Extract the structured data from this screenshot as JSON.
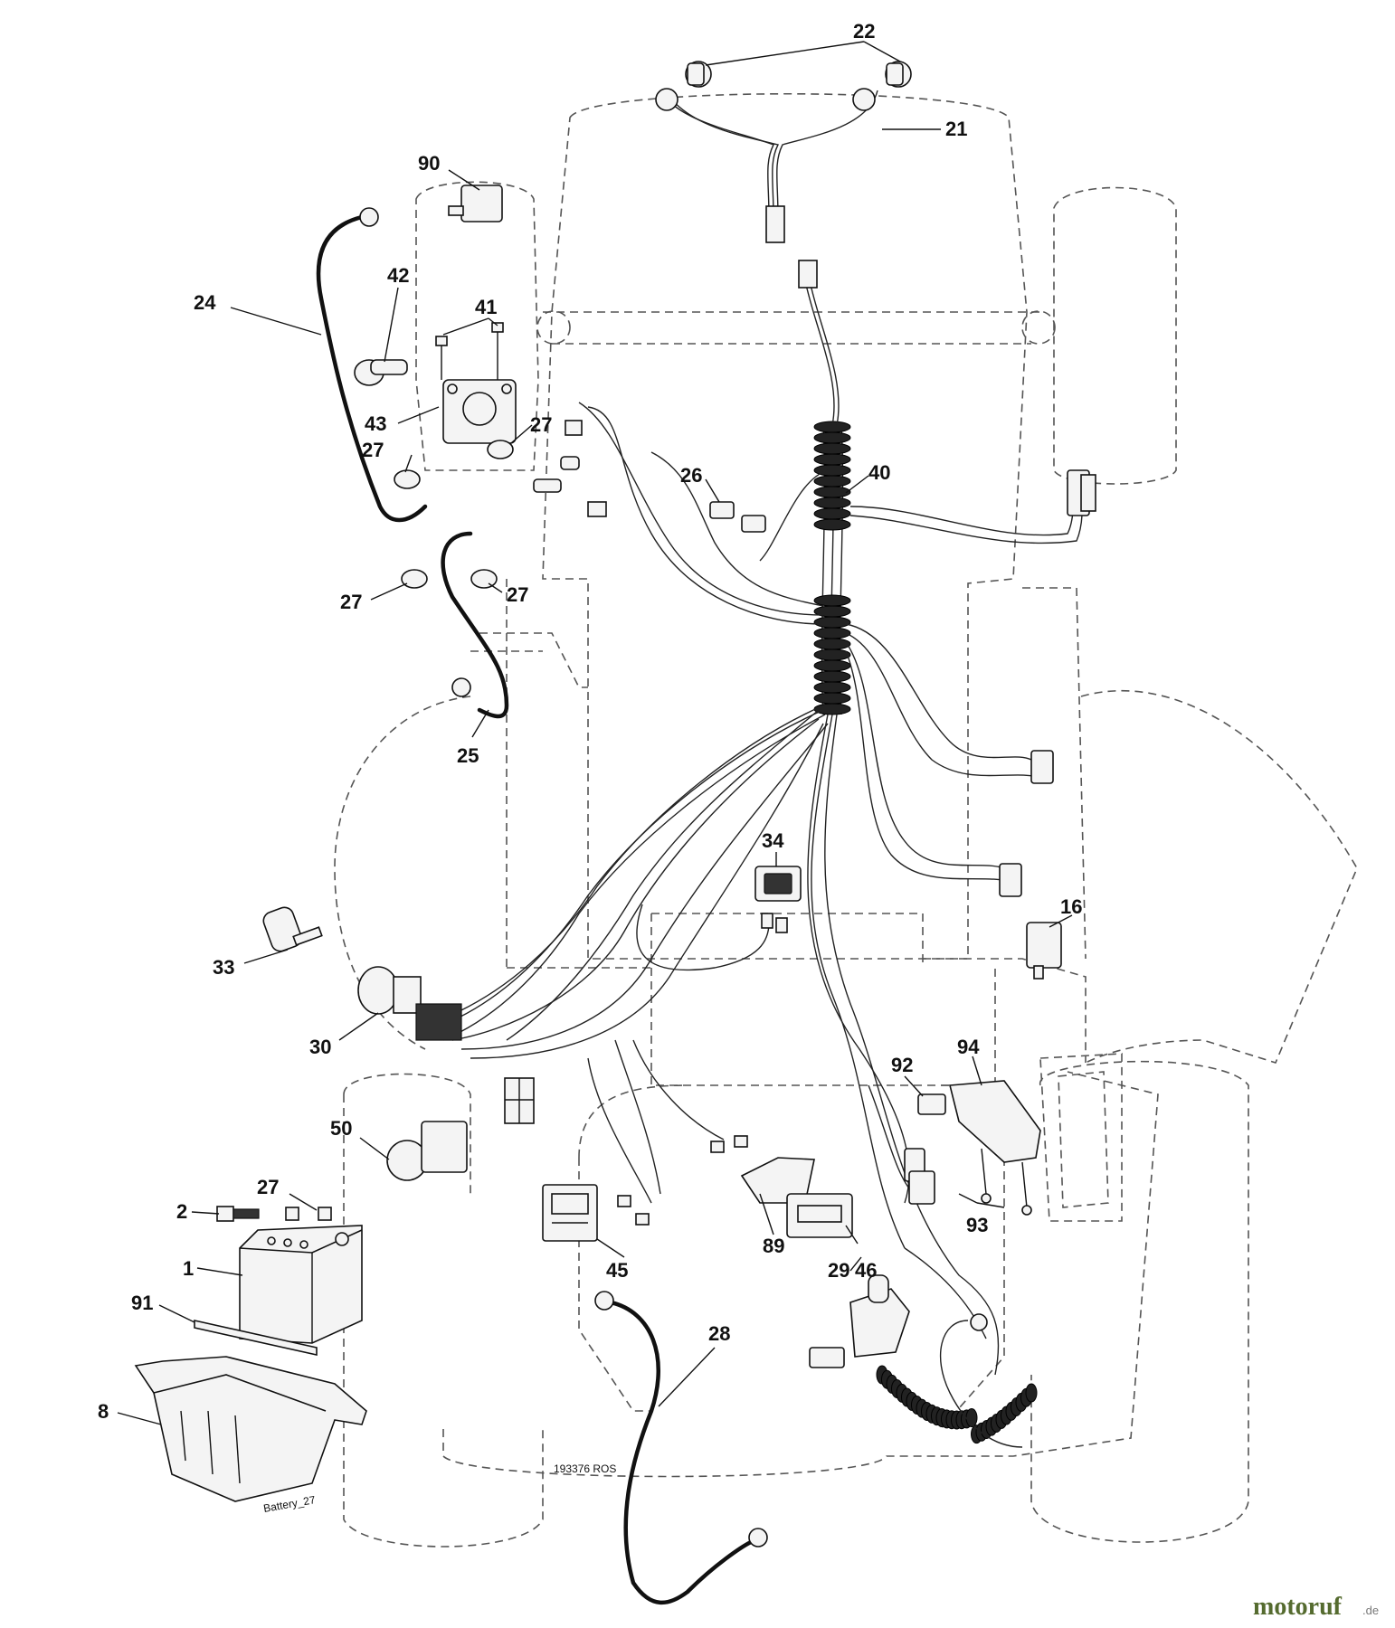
{
  "diagram": {
    "drawing_number": "193376 ROS",
    "battery_label": "Battery_27",
    "watermark": {
      "name": "motoruf",
      "tld": ".de"
    },
    "callouts": [
      {
        "id": "22",
        "label": "22"
      },
      {
        "id": "21",
        "label": "21"
      },
      {
        "id": "90",
        "label": "90"
      },
      {
        "id": "42",
        "label": "42"
      },
      {
        "id": "24",
        "label": "24"
      },
      {
        "id": "41",
        "label": "41"
      },
      {
        "id": "43",
        "label": "43"
      },
      {
        "id": "27a",
        "label": "27"
      },
      {
        "id": "27b",
        "label": "27"
      },
      {
        "id": "26",
        "label": "26"
      },
      {
        "id": "40",
        "label": "40"
      },
      {
        "id": "27c",
        "label": "27"
      },
      {
        "id": "27d",
        "label": "27"
      },
      {
        "id": "25",
        "label": "25"
      },
      {
        "id": "34",
        "label": "34"
      },
      {
        "id": "16",
        "label": "16"
      },
      {
        "id": "33",
        "label": "33"
      },
      {
        "id": "30",
        "label": "30"
      },
      {
        "id": "94",
        "label": "94"
      },
      {
        "id": "92",
        "label": "92"
      },
      {
        "id": "50",
        "label": "50"
      },
      {
        "id": "27e",
        "label": "27"
      },
      {
        "id": "2",
        "label": "2"
      },
      {
        "id": "1",
        "label": "1"
      },
      {
        "id": "93",
        "label": "93"
      },
      {
        "id": "89",
        "label": "89"
      },
      {
        "id": "45",
        "label": "45"
      },
      {
        "id": "29",
        "label": "29"
      },
      {
        "id": "46",
        "label": "46"
      },
      {
        "id": "91",
        "label": "91"
      },
      {
        "id": "28",
        "label": "28"
      },
      {
        "id": "8",
        "label": "8"
      }
    ]
  }
}
